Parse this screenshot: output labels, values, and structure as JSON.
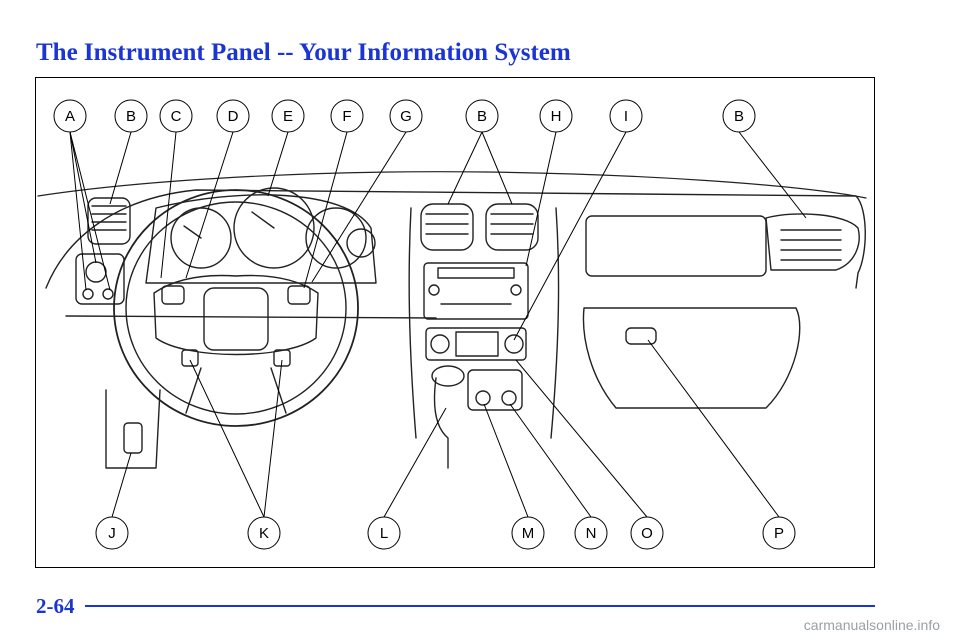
{
  "page": {
    "title": "The Instrument Panel -- Your Information System",
    "page_number": "2-64",
    "watermark": "carmanualsonline.info"
  },
  "diagram": {
    "callouts_top": [
      "A",
      "B",
      "C",
      "D",
      "E",
      "F",
      "G",
      "B",
      "H",
      "I",
      "B"
    ],
    "callouts_bottom": [
      "J",
      "K",
      "L",
      "M",
      "N",
      "O",
      "P"
    ]
  }
}
